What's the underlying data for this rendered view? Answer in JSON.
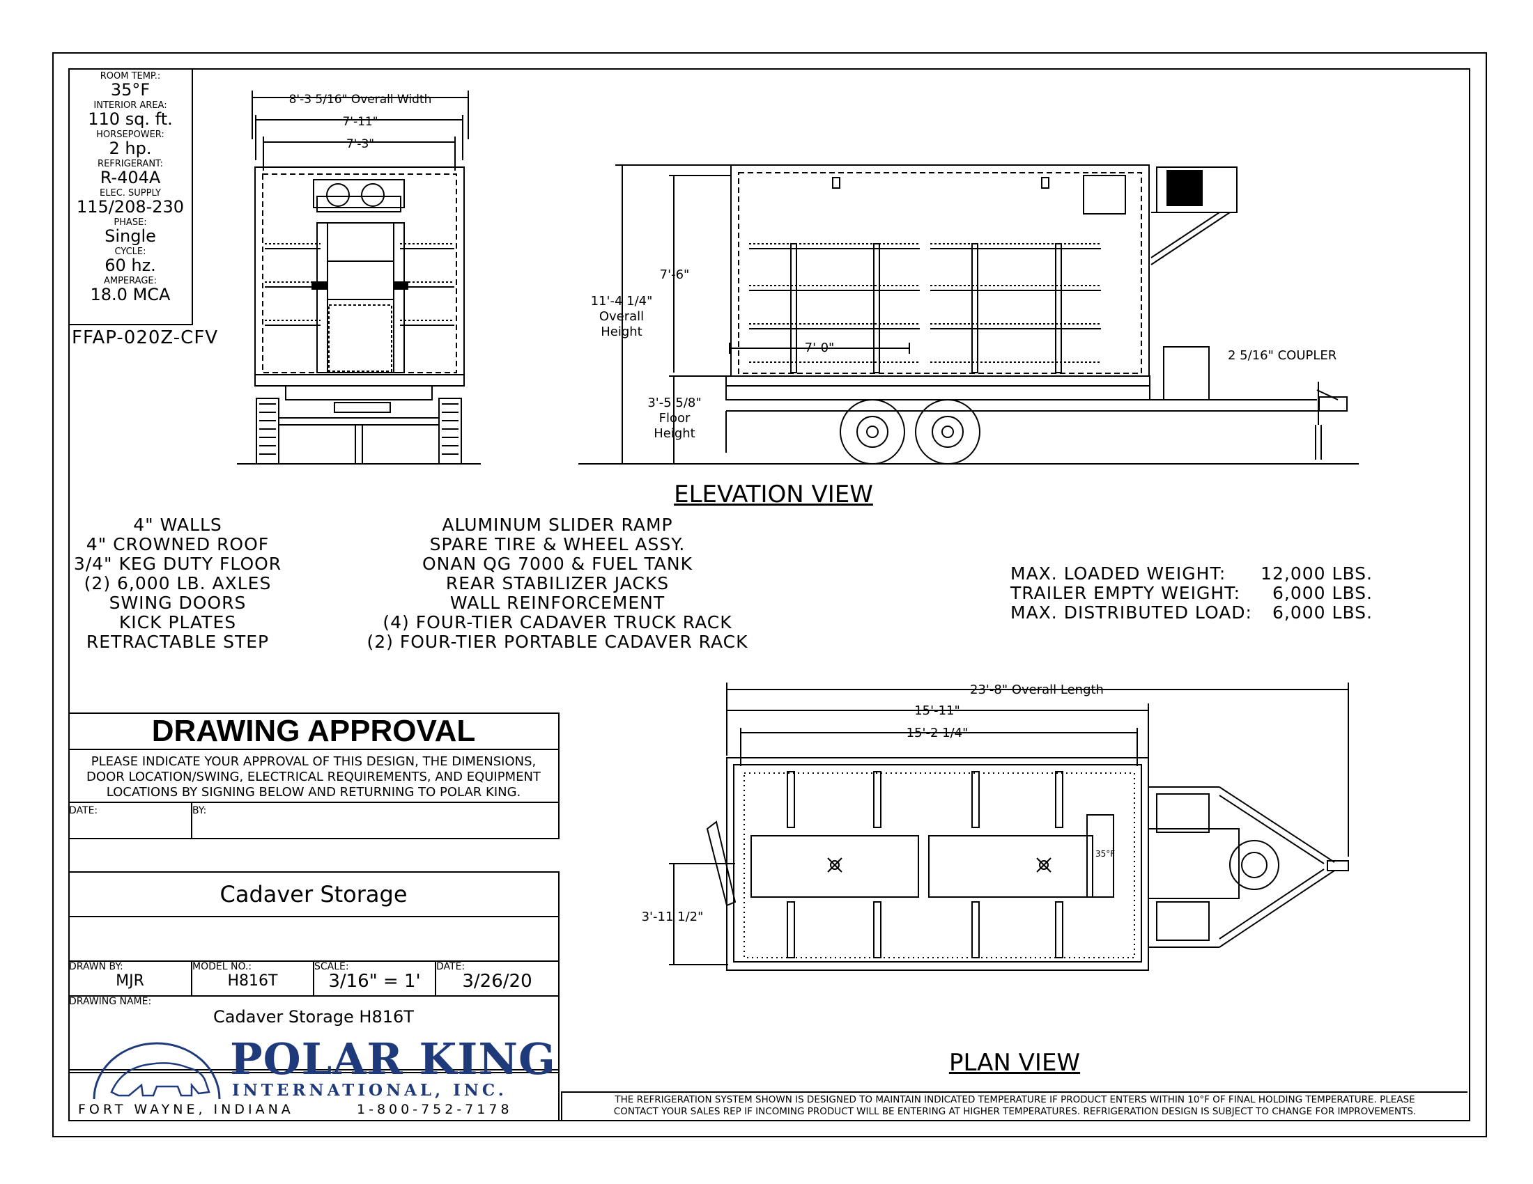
{
  "specs": {
    "room_temp_label": "ROOM TEMP.:",
    "room_temp_value": "35°F",
    "interior_area_label": "INTERIOR AREA:",
    "interior_area_value": "110 sq. ft.",
    "horsepower_label": "HORSEPOWER:",
    "horsepower_value": "2 hp.",
    "refrigerant_label": "REFRIGERANT:",
    "refrigerant_value": "R-404A",
    "elec_supply_label": "ELEC. SUPPLY",
    "elec_supply_value": "115/208-230",
    "phase_label": "PHASE:",
    "phase_value": "Single",
    "cycle_label": "CYCLE:",
    "cycle_value": "60 hz.",
    "amperage_label": "AMPERAGE:",
    "amperage_value": "18.0 MCA",
    "unit_model": "FFAP-020Z-CFV"
  },
  "front_view_dims": {
    "overall_width": "8'-3 5/16\" Overall Width",
    "width_1": "7'-11\"",
    "width_2": "7'-3\""
  },
  "elevation_dims": {
    "overall_height": "11'-4 1/4\"",
    "overall_height_label_1": "Overall",
    "overall_height_label_2": "Height",
    "interior_height": "7'-6\"",
    "rack_length": "7'-0\"",
    "floor_height": "3'-5 5/8\"",
    "floor_height_label_1": "Floor",
    "floor_height_label_2": "Height",
    "coupler": "2 5/16\" COUPLER"
  },
  "elevation_title": "ELEVATION VIEW",
  "features_left": [
    "4\" WALLS",
    "4\" CROWNED ROOF",
    "3/4\" KEG DUTY FLOOR",
    "(2) 6,000 LB. AXLES",
    "SWING DOORS",
    "KICK PLATES",
    "RETRACTABLE STEP"
  ],
  "features_center": [
    "ALUMINUM SLIDER RAMP",
    "SPARE TIRE & WHEEL ASSY.",
    "ONAN QG 7000 & FUEL TANK",
    "REAR STABILIZER JACKS",
    "WALL REINFORCEMENT",
    "(4) FOUR-TIER CADAVER TRUCK RACK",
    "(2) FOUR-TIER PORTABLE CADAVER RACK"
  ],
  "weights": [
    {
      "label": "MAX. LOADED WEIGHT:",
      "value": "12,000 LBS."
    },
    {
      "label": "TRAILER EMPTY WEIGHT:",
      "value": "6,000 LBS."
    },
    {
      "label": "MAX. DISTRIBUTED LOAD:",
      "value": "6,000 LBS."
    }
  ],
  "plan_dims": {
    "overall_length": "23'-8\" Overall Length",
    "length_1": "15'-11\"",
    "length_2": "15'-2 1/4\"",
    "width": "3'-11 1/2\"",
    "temp_mark": "35°F"
  },
  "plan_title": "PLAN VIEW",
  "approval": {
    "title": "DRAWING APPROVAL",
    "text_1": "PLEASE INDICATE YOUR APPROVAL OF THIS DESIGN, THE DIMENSIONS,",
    "text_2": "DOOR LOCATION/SWING, ELECTRICAL REQUIREMENTS, AND EQUIPMENT",
    "text_3": "LOCATIONS BY SIGNING BELOW AND RETURNING TO POLAR KING.",
    "date_label": "DATE:",
    "by_label": "BY:",
    "project_title": "Cadaver Storage",
    "drawn_by_label": "DRAWN BY:",
    "drawn_by": "MJR",
    "model_label": "MODEL NO.:",
    "model": "H816T",
    "scale_label": "SCALE:",
    "scale": "3/16\" = 1'",
    "date_label_2": "DATE:",
    "date": "3/26/20",
    "drawing_name_label": "DRAWING NAME:",
    "drawing_name": "Cadaver Storage H816T"
  },
  "company": {
    "name": "POLAR KING",
    "sub": "INTERNATIONAL, INC.",
    "location": "FORT WAYNE, INDIANA",
    "phone": "1-800-752-7178"
  },
  "disclaimer_1": "THE REFRIGERATION SYSTEM SHOWN IS DESIGNED TO MAINTAIN INDICATED TEMPERATURE IF PRODUCT ENTERS WITHIN 10°F OF FINAL HOLDING TEMPERATURE. PLEASE",
  "disclaimer_2": "CONTACT YOUR SALES REP IF INCOMING PRODUCT WILL BE ENTERING AT HIGHER TEMPERATURES. REFRIGERATION DESIGN IS SUBJECT TO CHANGE FOR IMPROVEMENTS."
}
